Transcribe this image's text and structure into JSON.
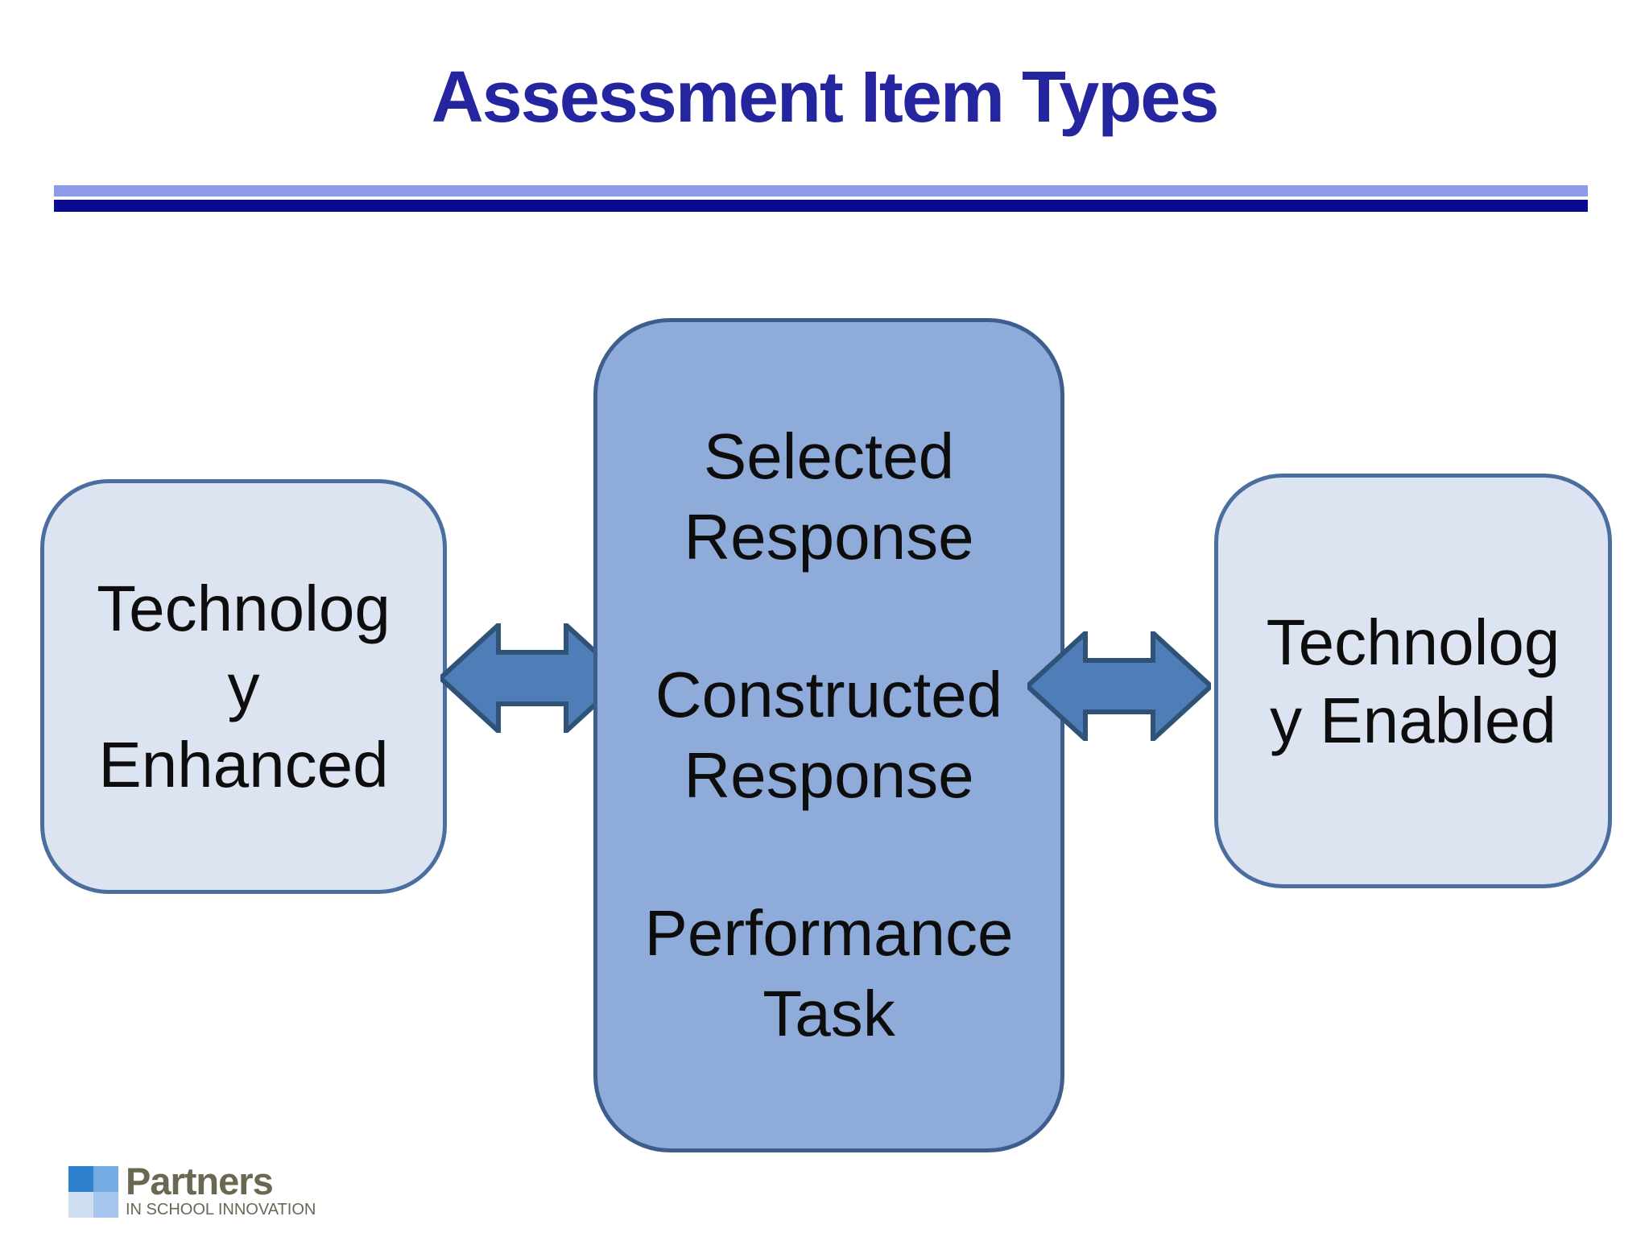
{
  "slide": {
    "title": "Assessment Item Types",
    "title_color": "#25269F"
  },
  "rules": {
    "light_color": "#8D9BE8",
    "dark_color": "#0A0A90"
  },
  "boxes": {
    "left": {
      "lines": [
        "Technolog",
        "y",
        "Enhanced"
      ],
      "fill": "#DCE4F1",
      "border": "#4A6F9F"
    },
    "center": {
      "paragraphs": [
        {
          "lines": [
            "Selected",
            "Response"
          ]
        },
        {
          "lines": [
            "Constructed",
            "Response"
          ]
        },
        {
          "lines": [
            "Performance",
            "Task"
          ]
        }
      ],
      "fill": "#8FABD9",
      "border": "#3D5E8C"
    },
    "right": {
      "lines": [
        "Technolog",
        "y Enabled"
      ],
      "fill": "#DCE4F1",
      "border": "#4A6F9F"
    }
  },
  "arrows": {
    "fill": "#4E7DB8",
    "stroke": "#2F5376"
  },
  "logo": {
    "brand": "Partners",
    "tagline": "IN SCHOOL INNOVATION",
    "text_color": "#6A6752",
    "squares": {
      "top_left": "#2F80CE",
      "top_right": "#74ABE3",
      "bottom_left": "#CEDDF0",
      "bottom_right": "#A5C5EC"
    }
  }
}
